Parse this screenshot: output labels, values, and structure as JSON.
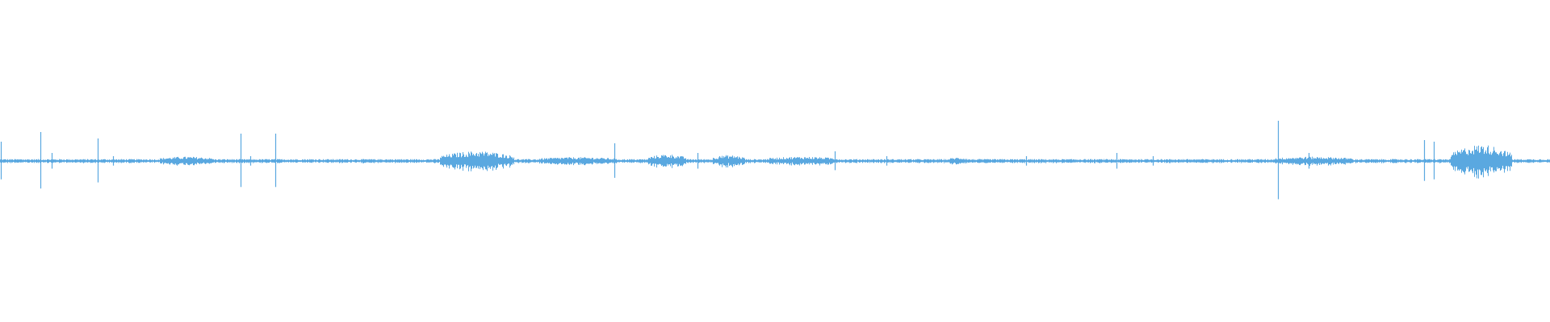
{
  "waveform": {
    "color": "#5aa8e0",
    "background": "#ffffff",
    "baseline_amplitude": 0.012,
    "spikes": [
      {
        "t": 0.0005,
        "a": 0.12
      },
      {
        "t": 0.0262,
        "a": 0.18
      },
      {
        "t": 0.0335,
        "a": 0.05
      },
      {
        "t": 0.0632,
        "a": 0.14
      },
      {
        "t": 0.073,
        "a": 0.03
      },
      {
        "t": 0.155,
        "a": 0.17
      },
      {
        "t": 0.1612,
        "a": 0.03
      },
      {
        "t": 0.1775,
        "a": 0.17
      },
      {
        "t": 0.3965,
        "a": 0.11
      },
      {
        "t": 0.45,
        "a": 0.05
      },
      {
        "t": 0.464,
        "a": 0.03
      },
      {
        "t": 0.5385,
        "a": 0.06
      },
      {
        "t": 0.572,
        "a": 0.03
      },
      {
        "t": 0.662,
        "a": 0.03
      },
      {
        "t": 0.7205,
        "a": 0.05
      },
      {
        "t": 0.744,
        "a": 0.03
      },
      {
        "t": 0.8245,
        "a": 0.25
      },
      {
        "t": 0.8445,
        "a": 0.05
      },
      {
        "t": 0.9185,
        "a": 0.13
      },
      {
        "t": 0.925,
        "a": 0.12
      }
    ],
    "bursts": [
      {
        "start": 0.103,
        "end": 0.137,
        "a": 0.015
      },
      {
        "start": 0.284,
        "end": 0.331,
        "a": 0.05
      },
      {
        "start": 0.348,
        "end": 0.396,
        "a": 0.012
      },
      {
        "start": 0.418,
        "end": 0.442,
        "a": 0.03
      },
      {
        "start": 0.46,
        "end": 0.48,
        "a": 0.025
      },
      {
        "start": 0.495,
        "end": 0.54,
        "a": 0.015
      },
      {
        "start": 0.612,
        "end": 0.624,
        "a": 0.01
      },
      {
        "start": 0.822,
        "end": 0.872,
        "a": 0.015
      },
      {
        "start": 0.936,
        "end": 0.975,
        "a": 0.09
      }
    ]
  }
}
